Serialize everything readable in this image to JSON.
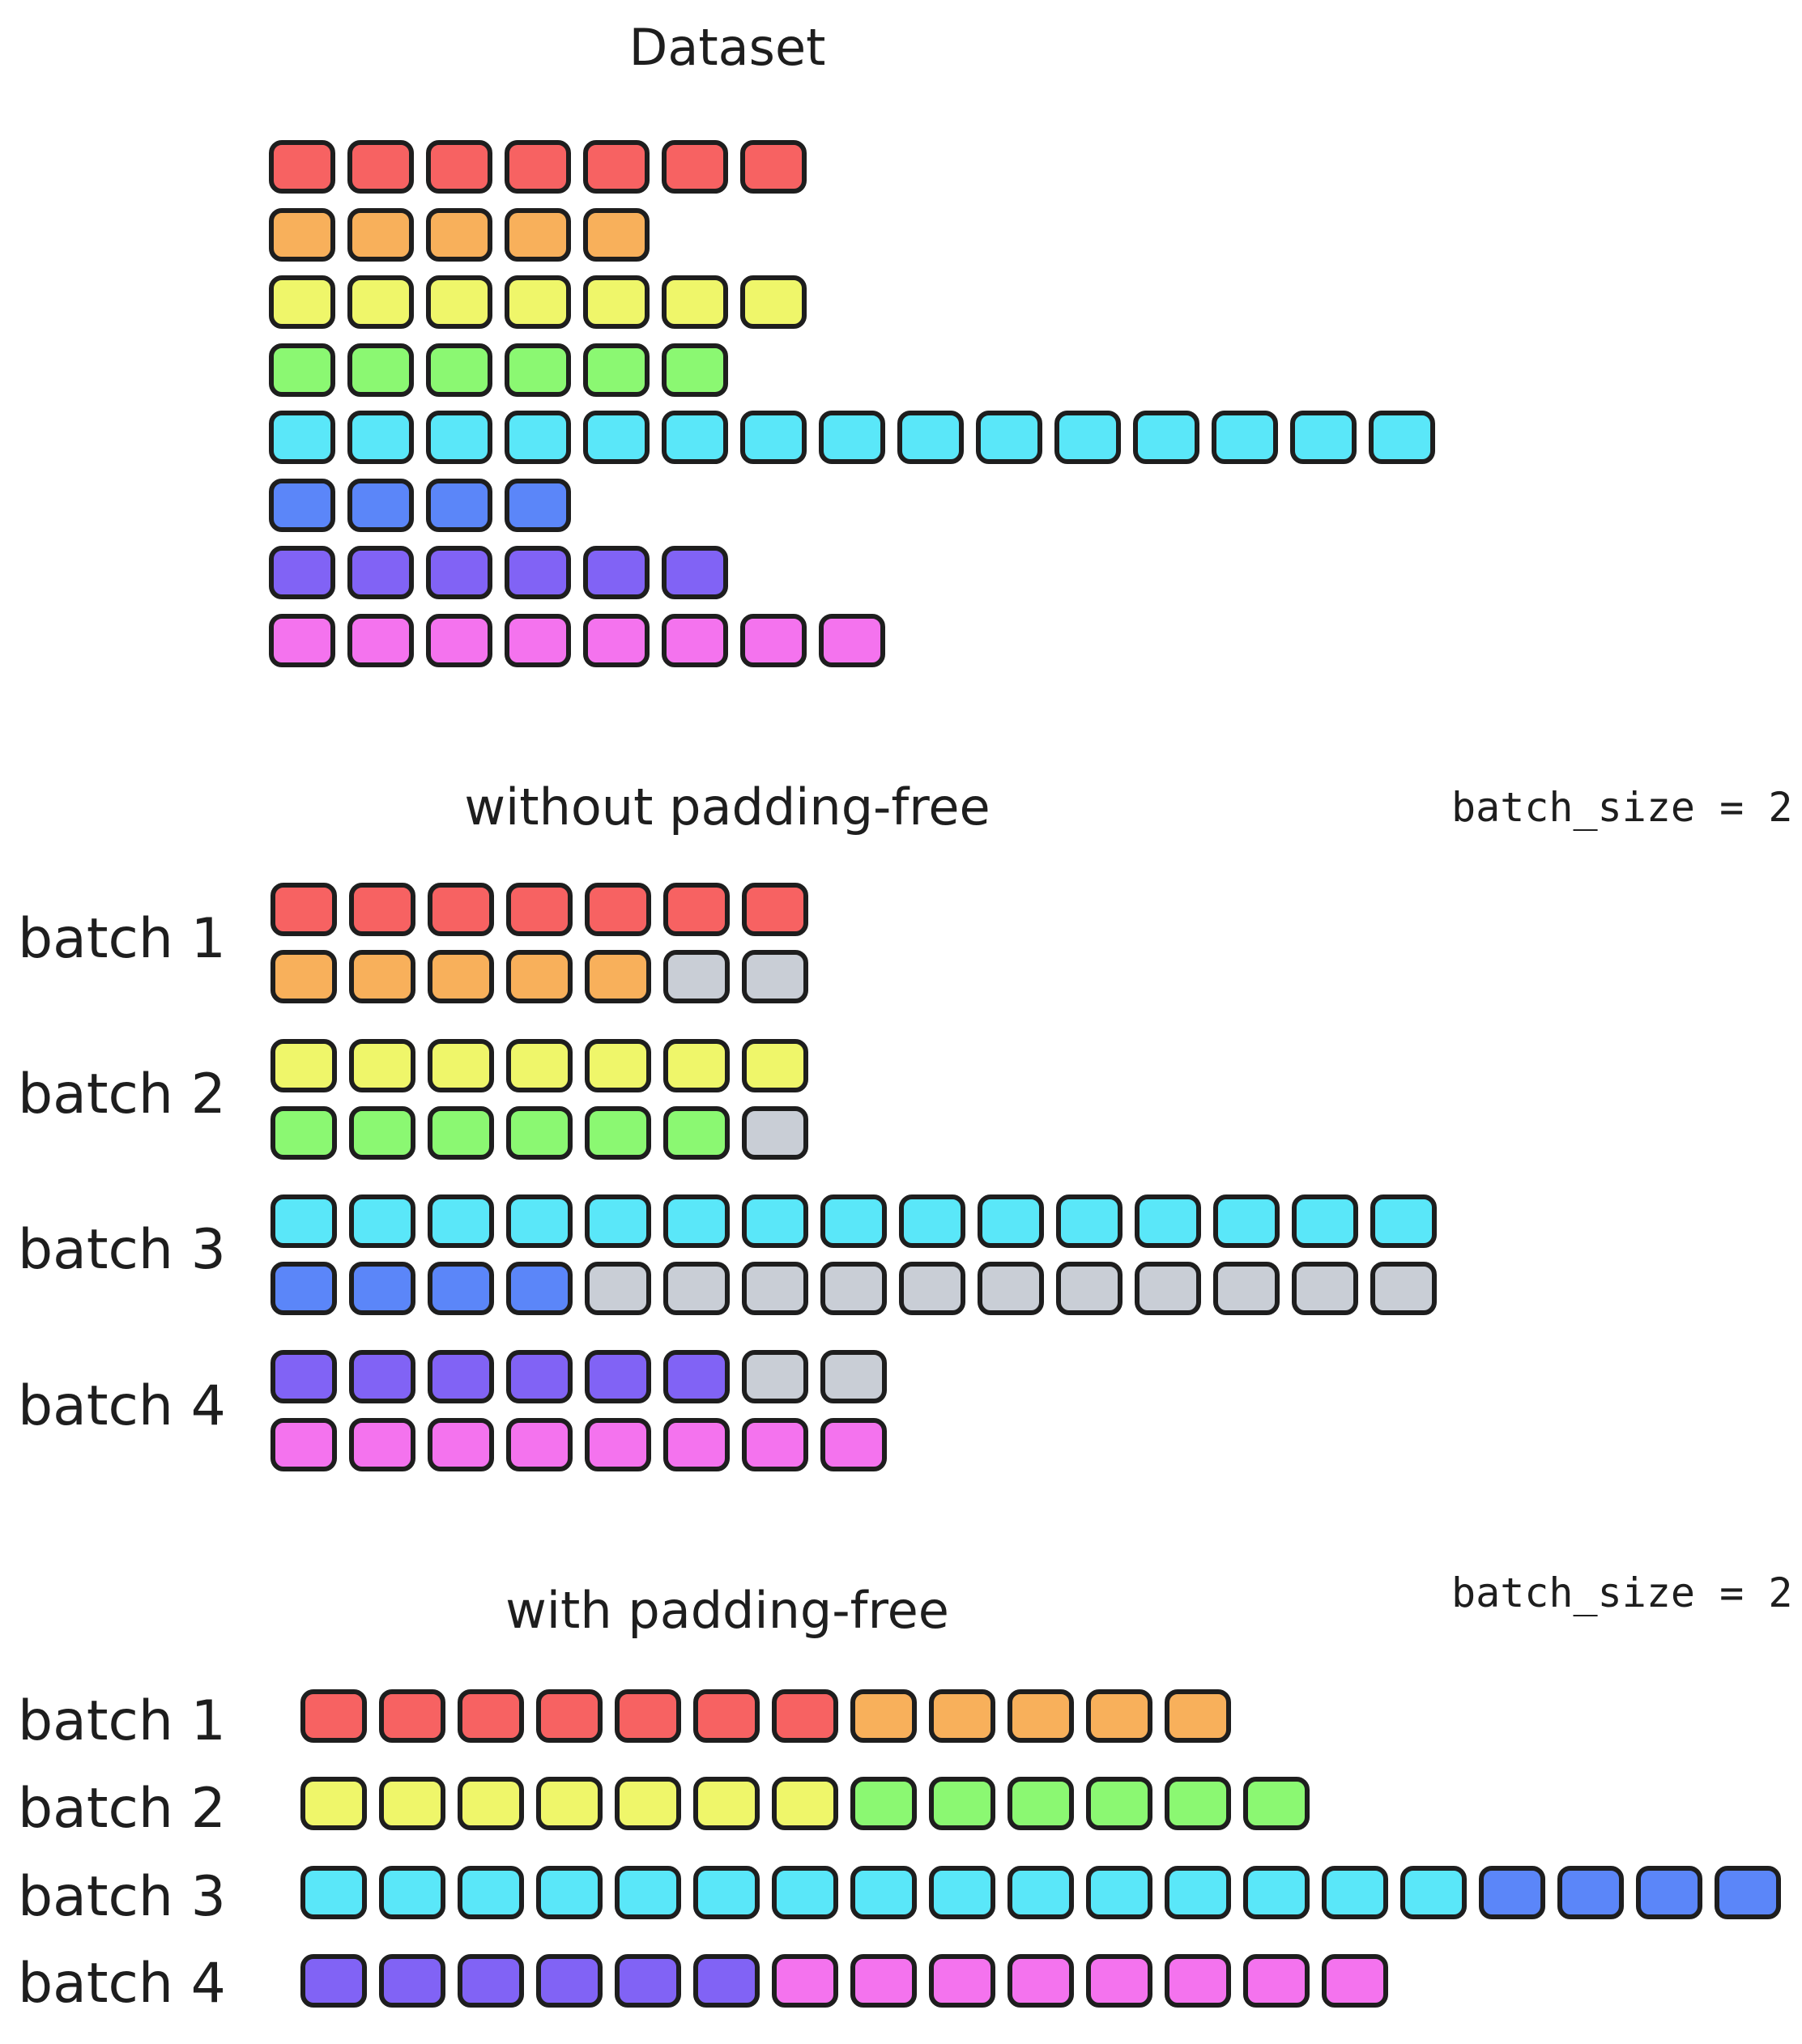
{
  "palette": {
    "red": "#f76262",
    "orange": "#f8b05b",
    "yellow": "#eff66a",
    "green": "#8bf872",
    "cyan": "#5ae7f9",
    "blue": "#5b86f9",
    "purple": "#8163f5",
    "pink": "#f473ee",
    "pad": "#c9ced6",
    "outline": "#1e1e1e"
  },
  "dataset": {
    "title": "Dataset",
    "sequences": [
      {
        "color": "red",
        "length": 7
      },
      {
        "color": "orange",
        "length": 5
      },
      {
        "color": "yellow",
        "length": 7
      },
      {
        "color": "green",
        "length": 6
      },
      {
        "color": "cyan",
        "length": 15
      },
      {
        "color": "blue",
        "length": 4
      },
      {
        "color": "purple",
        "length": 6
      },
      {
        "color": "pink",
        "length": 8
      }
    ]
  },
  "without_padding_free": {
    "title": "without padding-free",
    "batch_size_label": "batch_size = 2",
    "batches": [
      {
        "label": "batch 1",
        "rows": [
          {
            "segments": [
              {
                "color": "red",
                "count": 7
              }
            ]
          },
          {
            "segments": [
              {
                "color": "orange",
                "count": 5
              },
              {
                "color": "pad",
                "count": 2
              }
            ]
          }
        ]
      },
      {
        "label": "batch 2",
        "rows": [
          {
            "segments": [
              {
                "color": "yellow",
                "count": 7
              }
            ]
          },
          {
            "segments": [
              {
                "color": "green",
                "count": 6
              },
              {
                "color": "pad",
                "count": 1
              }
            ]
          }
        ]
      },
      {
        "label": "batch 3",
        "rows": [
          {
            "segments": [
              {
                "color": "cyan",
                "count": 15
              }
            ]
          },
          {
            "segments": [
              {
                "color": "blue",
                "count": 4
              },
              {
                "color": "pad",
                "count": 11
              }
            ]
          }
        ]
      },
      {
        "label": "batch 4",
        "rows": [
          {
            "segments": [
              {
                "color": "purple",
                "count": 6
              },
              {
                "color": "pad",
                "count": 2
              }
            ]
          },
          {
            "segments": [
              {
                "color": "pink",
                "count": 8
              }
            ]
          }
        ]
      }
    ]
  },
  "with_padding_free": {
    "title": "with padding-free",
    "batch_size_label": "batch_size = 2",
    "batches": [
      {
        "label": "batch 1",
        "segments": [
          {
            "color": "red",
            "count": 7
          },
          {
            "color": "orange",
            "count": 5
          }
        ]
      },
      {
        "label": "batch 2",
        "segments": [
          {
            "color": "yellow",
            "count": 7
          },
          {
            "color": "green",
            "count": 6
          }
        ]
      },
      {
        "label": "batch 3",
        "segments": [
          {
            "color": "cyan",
            "count": 15
          },
          {
            "color": "blue",
            "count": 4
          }
        ]
      },
      {
        "label": "batch 4",
        "segments": [
          {
            "color": "purple",
            "count": 6
          },
          {
            "color": "pink",
            "count": 8
          }
        ]
      }
    ]
  }
}
